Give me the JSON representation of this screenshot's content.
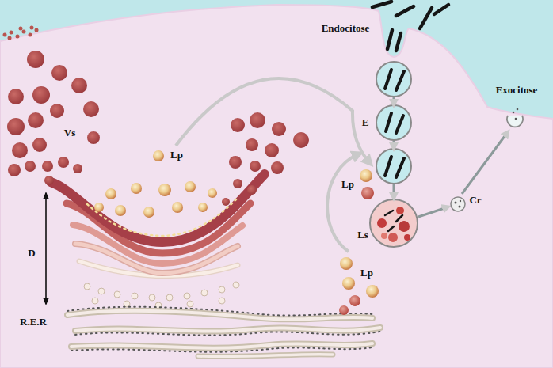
{
  "diagram": {
    "labels": [
      "Endocitose",
      "Exocitose",
      "E",
      "Vs",
      "Lp",
      "Lp",
      "Cr",
      "Ls",
      "D",
      "Lp",
      "R.E.R"
    ]
  }
}
